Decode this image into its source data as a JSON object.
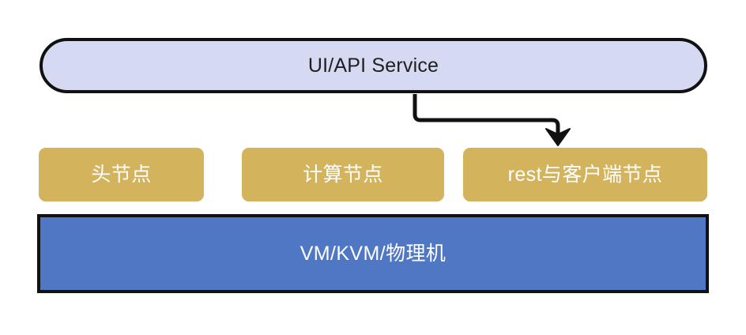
{
  "diagram": {
    "type": "architecture-block-diagram",
    "background_color": "#ffffff",
    "layers": {
      "service": {
        "label": "UI/API Service",
        "shape": "rounded-capsule",
        "fill_color": "#d5d9f2",
        "border_color": "#111111",
        "text_color": "#1f1f1f"
      },
      "nodes": {
        "fill_color": "#d3b35c",
        "text_color": "#ffffff",
        "items": [
          {
            "label": "头节点"
          },
          {
            "label": "计算节点"
          },
          {
            "label": "rest与客户端节点"
          }
        ]
      },
      "infrastructure": {
        "label": "VM/KVM/物理机",
        "shape": "rectangle",
        "fill_color": "#4f77c4",
        "border_color": "#111111",
        "text_color": "#ffffff"
      }
    },
    "connectors": [
      {
        "name": "service-to-client-node-arrow",
        "from": "UI/API Service",
        "to": "rest与客户端节点",
        "style": "elbow",
        "arrowhead": "solid-triangle",
        "color": "#111111"
      }
    ]
  }
}
